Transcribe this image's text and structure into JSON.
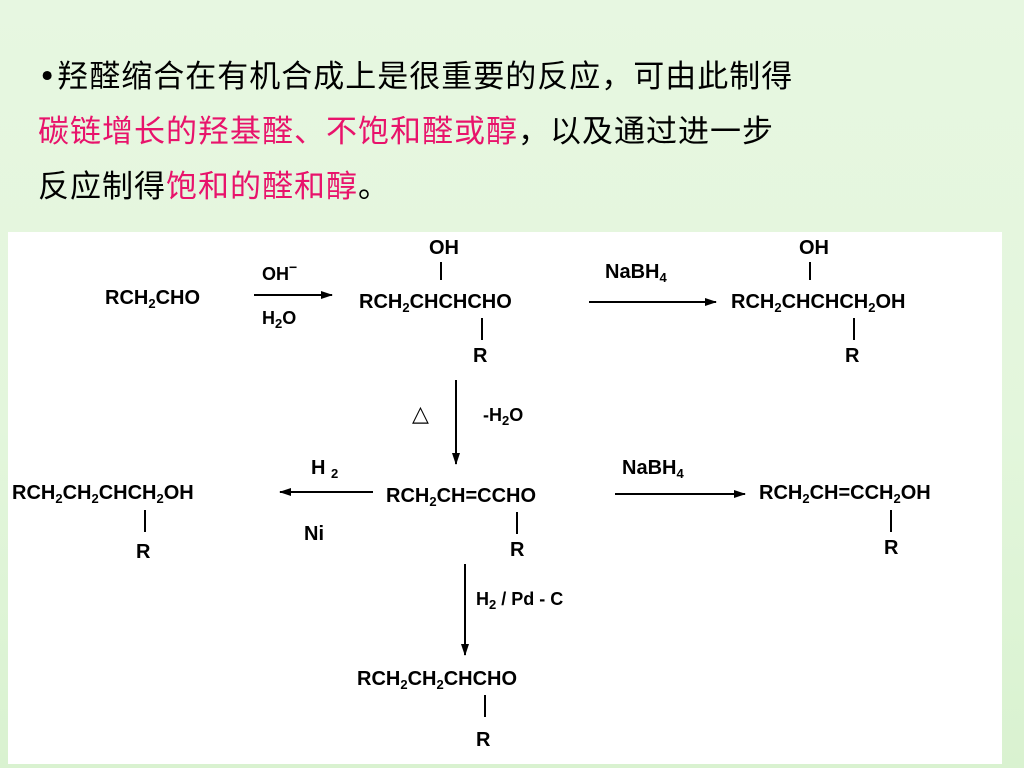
{
  "intro": {
    "bullet": "•",
    "line1": "羟醛缩合在有机合成上是很重要的反应，可由此制得",
    "line2_hl": "碳链增长的羟基醛、不饱和醛或醇",
    "line2_rest": "，以及通过进一步",
    "line3_start": "反应制得",
    "line3_hl": "饱和的醛和醇",
    "line3_end": "。"
  },
  "colors": {
    "highlight": "#e8136b",
    "background": "#e3f6dc",
    "panel": "#ffffff"
  },
  "scheme": {
    "start": "RCH₂CHO",
    "reagent_oh": "OH⁻",
    "reagent_h2o": "H₂O",
    "aldol": {
      "oh": "OH",
      "formula": "RCH₂CHCHCHO",
      "r": "R"
    },
    "reduce1_reagent": "NaBH₄",
    "diol": {
      "oh": "OH",
      "formula": "RCH₂CHCHCH₂OH",
      "r": "R"
    },
    "heat_symbol": "△",
    "dehydrate": "-H₂O",
    "enal": {
      "formula": "RCH₂CH=CCHO",
      "r": "R"
    },
    "reduce2_reagent": "NaBH₄",
    "allyl_alcohol": {
      "formula": "RCH₂CH=CCH₂OH",
      "r": "R"
    },
    "hydrog_h2": "H ₂",
    "hydrog_ni": "Ni",
    "sat_alcohol": {
      "formula": "RCH₂CH₂CHCH₂OH",
      "r": "R"
    },
    "pd_reagent": "H₂ / Pd - C",
    "sat_aldehyde": {
      "formula": "RCH₂CH₂CHCHO",
      "r": "R"
    }
  }
}
